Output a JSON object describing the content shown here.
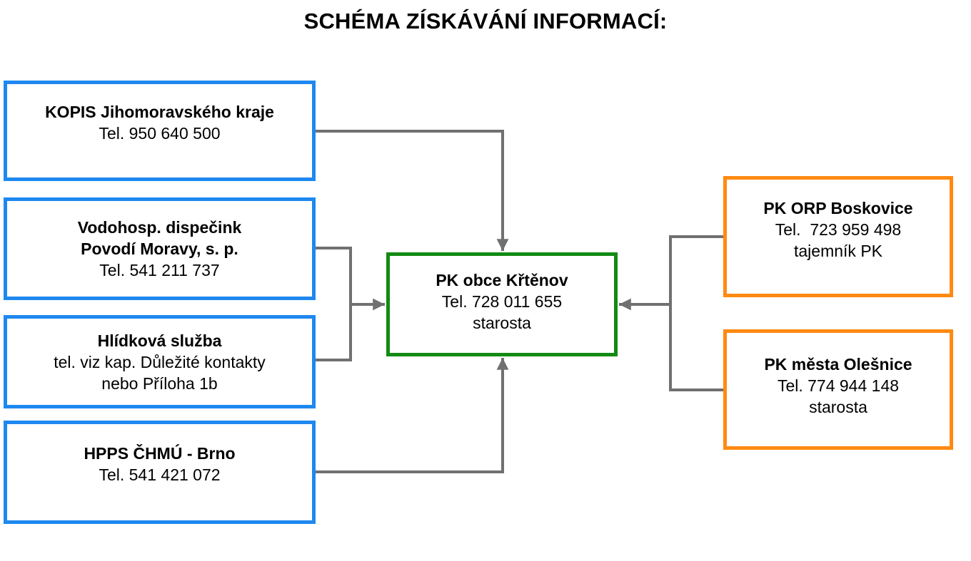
{
  "title": "SCHÉMA ZÍSKÁVÁNÍ INFORMACÍ:",
  "colors": {
    "source_border": "#1e88f0",
    "center_border": "#138a13",
    "partner_border": "#ff8a12",
    "connector": "#707070"
  },
  "sources": [
    {
      "lines": [
        "KOPIS Jihomoravského kraje",
        "Tel. 950 640 500"
      ]
    },
    {
      "lines": [
        "Vodohosp. dispečink",
        "Povodí Moravy, s. p.",
        "Tel. 541 211 737"
      ]
    },
    {
      "lines": [
        "Hlídková služba",
        "tel. viz kap. Důležité kontakty",
        "nebo Příloha 1b"
      ]
    },
    {
      "lines": [
        "HPPS ČHMÚ - Brno",
        "Tel. 541 421 072"
      ]
    }
  ],
  "center": {
    "lines": [
      "PK obce Křtěnov",
      "Tel. 728 011 655",
      "starosta"
    ]
  },
  "partners": [
    {
      "lines": [
        "PK ORP Boskovice",
        "Tel.  723 959 498",
        "tajemník PK"
      ]
    },
    {
      "lines": [
        "PK města Olešnice",
        "Tel. 774 944 148",
        "starosta"
      ]
    }
  ]
}
